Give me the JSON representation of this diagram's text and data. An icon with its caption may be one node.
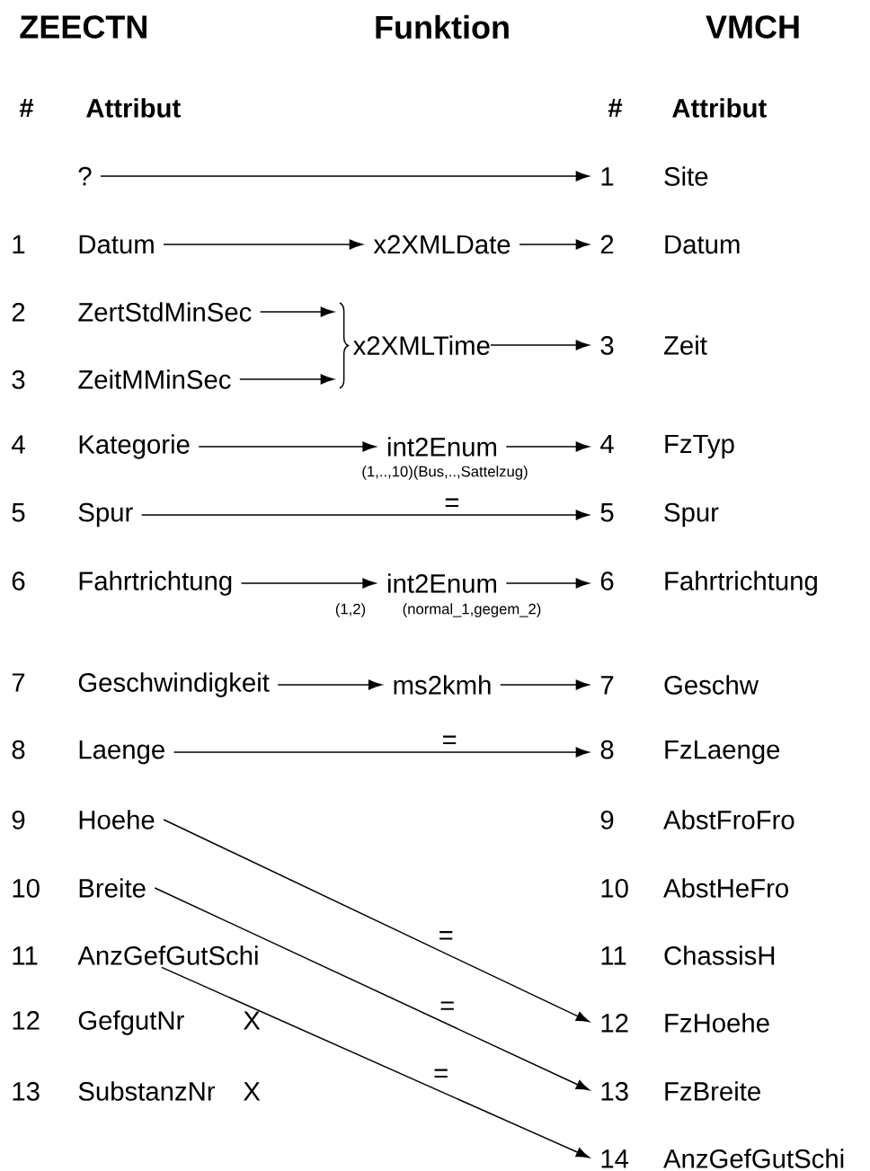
{
  "diagram": {
    "nodes": [
      {
        "text": [
          "?"
        ]
      },
      {
        "text": [
          "1",
          "Datum"
        ]
      },
      {
        "text": [
          "2",
          "ZertStdMinSec"
        ]
      },
      {
        "text": [
          "3",
          "ZeitMMinSec"
        ]
      },
      {
        "text": [
          "4",
          "Kategorie"
        ]
      },
      {
        "text": [
          "5",
          "Spur"
        ]
      },
      {
        "text": [
          "6",
          "Fahrtrichtung"
        ]
      },
      {
        "text": [
          "7",
          "Geschwindigkeit"
        ]
      },
      {
        "text": [
          "8",
          "Laenge"
        ]
      },
      {
        "text": [
          "9",
          "Hoehe"
        ]
      },
      {
        "text": [
          "10",
          "Breite"
        ]
      },
      {
        "text": [
          "11",
          "AnzGefGutSchi"
        ]
      },
      {
        "text": [
          "12",
          "GefgutNr",
          "X"
        ]
      },
      {
        "text": [
          "13",
          "SubstanzNr",
          "X"
        ]
      },
      {
        "text": [
          "x2XMLDate"
        ]
      },
      {
        "text": [
          "x2XMLTime"
        ]
      },
      {
        "text": [
          "int2Enum"
        ],
        "beside": [
          "(1,..,10)(Bus,..,Sattelzug)"
        ]
      },
      {
        "text": [
          "ms2kmh"
        ]
      },
      {
        "text": [
          "int2Enum"
        ],
        "beside": [
          "(1,2)",
          "(normal_1,gegem_2)"
        ]
      },
      {
        "text": [
          "1",
          "Site"
        ]
      },
      {
        "text": [
          "2",
          "Datum"
        ]
      },
      {
        "text": [
          "3",
          "Zeit"
        ]
      },
      {
        "text": [
          "4",
          "FzTyp"
        ]
      },
      {
        "text": [
          "5",
          "Spur"
        ]
      },
      {
        "text": [
          "6",
          "Fahrtrichtung"
        ]
      },
      {
        "text": [
          "7",
          "Geschw"
        ]
      },
      {
        "text": [
          "8",
          "FzLaenge"
        ]
      },
      {
        "text": [
          "9",
          "AbstFroFro"
        ]
      },
      {
        "text": [
          "10",
          "AbstHeFro"
        ]
      },
      {
        "text": [
          "11",
          "ChassisH"
        ]
      },
      {
        "text": [
          "12",
          "FzHoehe"
        ]
      },
      {
        "text": [
          "13",
          "FzBreite"
        ]
      },
      {
        "text": [
          "14",
          "AnzGefGutSchi"
        ]
      }
    ],
    "edges": [
      {
        "from": 0,
        "to": 19,
        "arrow": "to"
      },
      {
        "from": 1,
        "to": 14,
        "arrow": "to"
      },
      {
        "from": 14,
        "to": 20,
        "arrow": "to"
      },
      {
        "from": 2,
        "to": 15,
        "arrow": "to"
      },
      {
        "from": 3,
        "to": 15,
        "arrow": "to"
      },
      {
        "from": 15,
        "to": 21,
        "arrow": "to"
      },
      {
        "from": 4,
        "to": 16,
        "arrow": "to"
      },
      {
        "from": 16,
        "to": 22,
        "arrow": "to"
      },
      {
        "from": 5,
        "to": 23,
        "arrow": "to",
        "label": "="
      },
      {
        "from": 6,
        "to": 18,
        "arrow": "to"
      },
      {
        "from": 18,
        "to": 24,
        "arrow": "to"
      },
      {
        "from": 7,
        "to": 17,
        "arrow": "to"
      },
      {
        "from": 17,
        "to": 25,
        "arrow": "to"
      },
      {
        "from": 8,
        "to": 26,
        "arrow": "to",
        "label": "="
      },
      {
        "from": 9,
        "to": 30,
        "arrow": "to",
        "label": "="
      },
      {
        "from": 10,
        "to": 31,
        "arrow": "to",
        "label": "="
      },
      {
        "from": 11,
        "to": 32,
        "arrow": "to",
        "label": "="
      }
    ],
    "labels": [
      "ZEECTN",
      "Funktion",
      "VMCH",
      "#",
      "Attribut",
      "#",
      "Attribut"
    ]
  }
}
